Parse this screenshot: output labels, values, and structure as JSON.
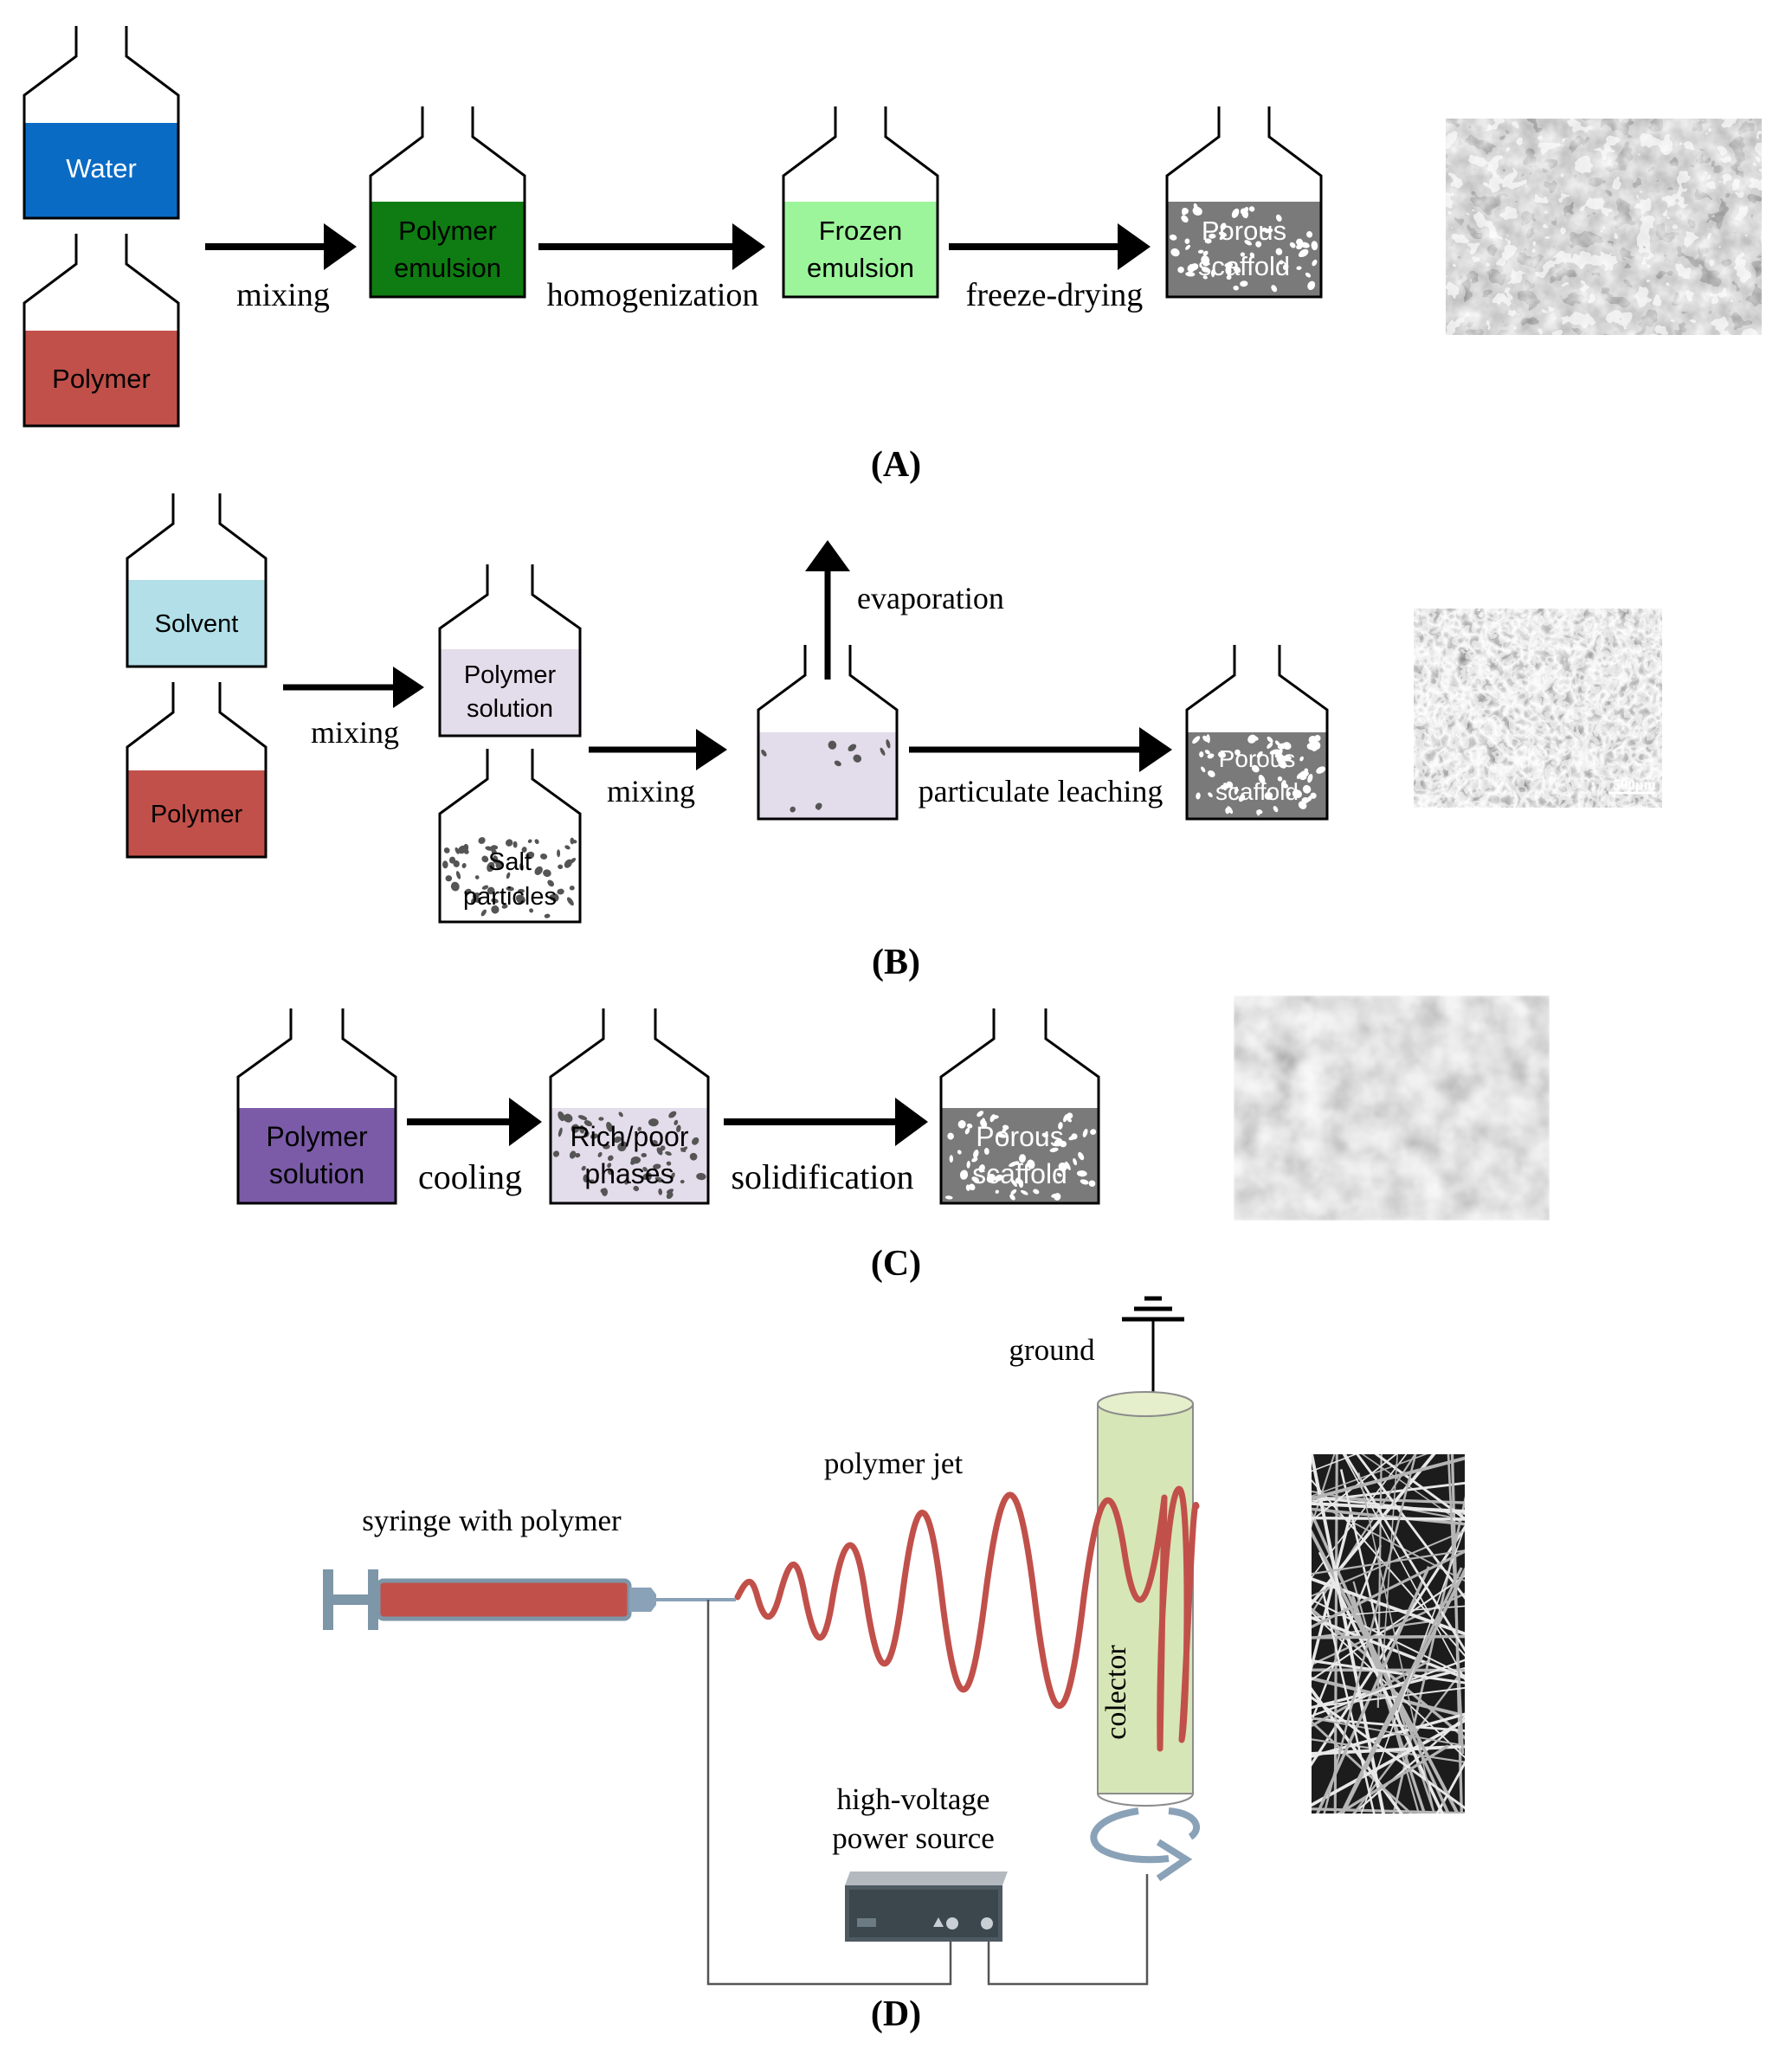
{
  "colors": {
    "water": "#0a6bc4",
    "polymer_red": "#c1504a",
    "green_dark": "#0e7c12",
    "green_light": "#9cf59a",
    "solvent": "#b2dfe8",
    "lavender": "#e3dcea",
    "purple": "#7b5ba8",
    "grey": "#7a7a7a",
    "collector": "#d7e6b6",
    "arrow_blue": "#8aa2b8",
    "syringe_grey": "#7d96a8"
  },
  "panel_a": {
    "label": "(A)",
    "bottles": [
      "Water",
      "Polymer",
      "Polymer emulsion",
      "Frozen emulsion",
      "Porous scaffold"
    ],
    "steps": [
      "mixing",
      "homogenization",
      "freeze-drying"
    ]
  },
  "panel_b": {
    "label": "(B)",
    "bottles": [
      "Solvent",
      "Polymer",
      "Polymer solution",
      "Salt particles",
      "Porous scaffold"
    ],
    "steps": [
      "mixing",
      "mixing",
      "evaporation",
      "particulate leaching"
    ],
    "scale_text": "500μm"
  },
  "panel_c": {
    "label": "(C)",
    "bottles": [
      "Polymer solution",
      "Rich/poor phases",
      "Porous scaffold"
    ],
    "steps": [
      "cooling",
      "solidification"
    ]
  },
  "panel_d": {
    "label": "(D)",
    "ground": "ground",
    "polymer_jet": "polymer jet",
    "syringe": "syringe with polymer",
    "collector": "colector",
    "power_1": "high-voltage",
    "power_2": "power source"
  }
}
